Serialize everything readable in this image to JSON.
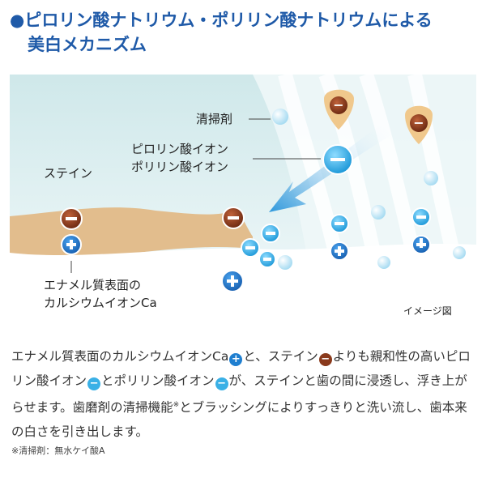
{
  "title": {
    "bullet": "●",
    "line1": "ピロリン酸ナトリウム・ポリリン酸ナトリウムによる",
    "line2": "美白メカニズム"
  },
  "diagram": {
    "labels": {
      "cleaner": "清掃剤",
      "ion1": "ピロリン酸イオン",
      "ion2": "ポリリン酸イオン",
      "stain": "ステイン",
      "enamel1": "エナメル質表面の",
      "enamel2": "カルシウムイオンCa",
      "image_note": "イメージ図"
    },
    "symbols": {
      "plus": "+",
      "minus": "−"
    },
    "colors": {
      "stain": "#8a3a1c",
      "calcium": "#1f7fd0",
      "ion": "#3ab0e6",
      "enamel": "#e7c59a",
      "teeth": "#d9eef0",
      "arrow": "#4aa8e0"
    }
  },
  "body": {
    "p1": "エナメル質表面のカルシウムイオンCa",
    "p2": "と、ステイン",
    "p3": "よりも親和性の高いピロリン酸イオン",
    "p4": "とポリリン酸イオン",
    "p5": "が、ステインと歯の間に浸透し、浮き上がらせます。歯磨剤の清掃機能",
    "note_mark": "※",
    "p6": "とブラッシングによりすっきりと洗い流し、歯本来の白さを引き出します。"
  },
  "footnote": "※清掃剤：無水ケイ酸A"
}
